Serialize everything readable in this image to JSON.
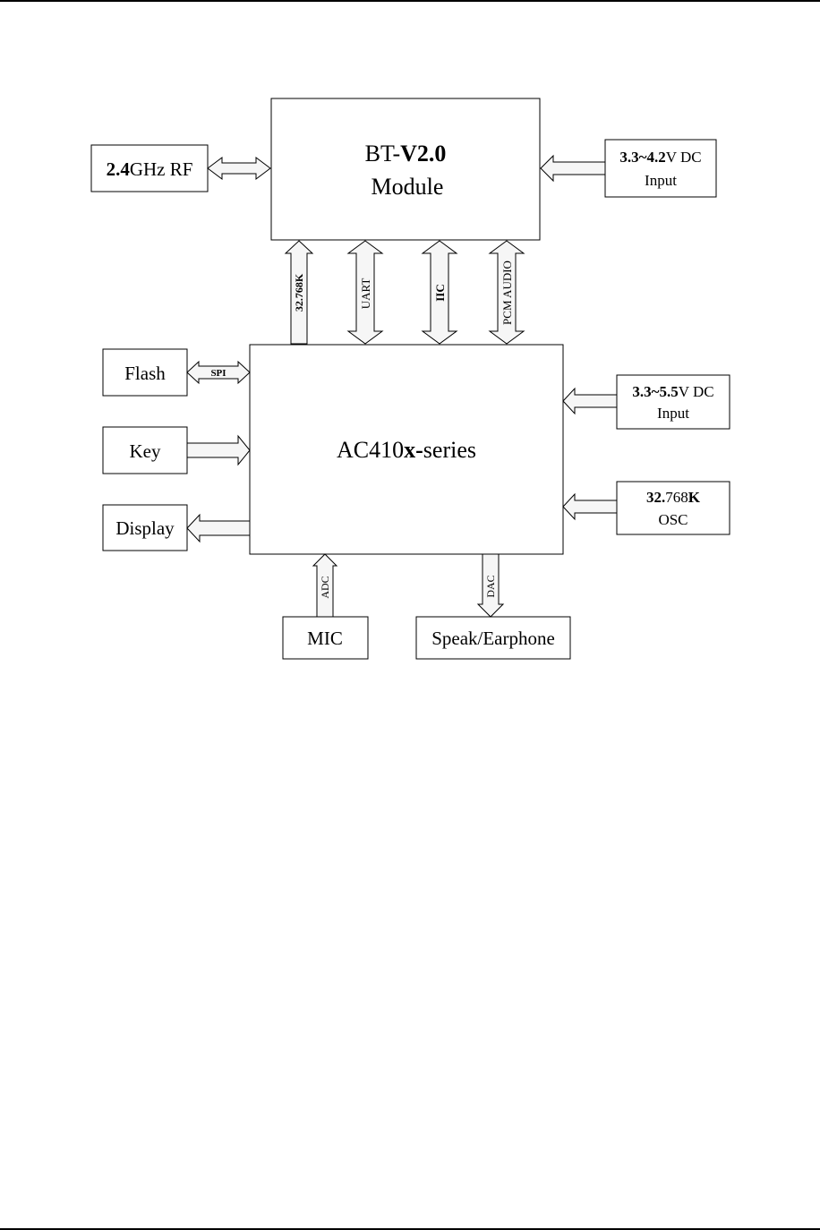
{
  "bt_module": {
    "line1_a": "BT-",
    "line1_b": "V2.0",
    "line2": "Module"
  },
  "rf": {
    "a": "2.4",
    "b": "GHz RF"
  },
  "bt_power": {
    "a": "3.3~4.2",
    "b": "V DC",
    "line2": "Input"
  },
  "links": {
    "clk": "32.768K",
    "uart": "UART",
    "iic": "IIC",
    "pcm": "PCM AUDIO"
  },
  "flash": {
    "label": "Flash",
    "bus": "SPI"
  },
  "key": {
    "label": "Key"
  },
  "display": {
    "label": "Display"
  },
  "soc": {
    "a": "AC410",
    "b": "x-",
    "c": "series"
  },
  "soc_power": {
    "a": "3.3~5.5",
    "b": "V DC",
    "line2": "Input"
  },
  "osc": {
    "a": "32.",
    "b": "768",
    "c": "K",
    "line2": "OSC"
  },
  "mic": {
    "label": "MIC",
    "bus": "ADC"
  },
  "speaker": {
    "label": "Speak/Earphone",
    "bus": "DAC"
  }
}
